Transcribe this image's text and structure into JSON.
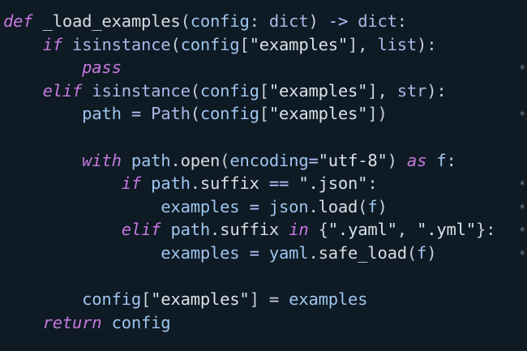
{
  "colors": {
    "background": "#0e1a24",
    "keyword": "#c678dd",
    "function": "#d7dde5",
    "identifier": "#d7dde5",
    "parameter": "#9ec5ee",
    "builtin": "#aab8e8",
    "string": "#d9e2ea",
    "operator": "#b9c2ff",
    "punctuation": "#c8d0d8",
    "marker": "#6b7b88"
  },
  "code": {
    "lines": [
      [
        {
          "t": "def",
          "c": "keyword"
        },
        {
          "t": " _load_examples",
          "c": "function"
        },
        {
          "t": "(",
          "c": "punctuation"
        },
        {
          "t": "config",
          "c": "parameter"
        },
        {
          "t": ": ",
          "c": "punctuation"
        },
        {
          "t": "dict",
          "c": "builtin"
        },
        {
          "t": ") ",
          "c": "punctuation"
        },
        {
          "t": "->",
          "c": "operator"
        },
        {
          "t": " dict",
          "c": "builtin"
        },
        {
          "t": ":",
          "c": "punctuation"
        }
      ],
      [
        {
          "t": "    ",
          "c": "punctuation"
        },
        {
          "t": "if",
          "c": "keyword"
        },
        {
          "t": " isinstance",
          "c": "builtin"
        },
        {
          "t": "(",
          "c": "punctuation"
        },
        {
          "t": "config",
          "c": "parameter"
        },
        {
          "t": "[",
          "c": "punctuation"
        },
        {
          "t": "\"examples\"",
          "c": "string"
        },
        {
          "t": "], ",
          "c": "punctuation"
        },
        {
          "t": "list",
          "c": "builtin"
        },
        {
          "t": "):",
          "c": "punctuation"
        }
      ],
      [
        {
          "t": "        ",
          "c": "punctuation"
        },
        {
          "t": "pass",
          "c": "keyword"
        }
      ],
      [
        {
          "t": "    ",
          "c": "punctuation"
        },
        {
          "t": "elif",
          "c": "keyword"
        },
        {
          "t": " isinstance",
          "c": "builtin"
        },
        {
          "t": "(",
          "c": "punctuation"
        },
        {
          "t": "config",
          "c": "parameter"
        },
        {
          "t": "[",
          "c": "punctuation"
        },
        {
          "t": "\"examples\"",
          "c": "string"
        },
        {
          "t": "], ",
          "c": "punctuation"
        },
        {
          "t": "str",
          "c": "builtin"
        },
        {
          "t": "):",
          "c": "punctuation"
        }
      ],
      [
        {
          "t": "        ",
          "c": "punctuation"
        },
        {
          "t": "path",
          "c": "parameter"
        },
        {
          "t": " = ",
          "c": "operator"
        },
        {
          "t": "Path",
          "c": "builtin"
        },
        {
          "t": "(",
          "c": "punctuation"
        },
        {
          "t": "config",
          "c": "parameter"
        },
        {
          "t": "[",
          "c": "punctuation"
        },
        {
          "t": "\"examples\"",
          "c": "string"
        },
        {
          "t": "])",
          "c": "punctuation"
        }
      ],
      [],
      [
        {
          "t": "        ",
          "c": "punctuation"
        },
        {
          "t": "with",
          "c": "keyword"
        },
        {
          "t": " path",
          "c": "parameter"
        },
        {
          "t": ".",
          "c": "punctuation"
        },
        {
          "t": "open",
          "c": "identifier"
        },
        {
          "t": "(",
          "c": "punctuation"
        },
        {
          "t": "encoding",
          "c": "parameter"
        },
        {
          "t": "=",
          "c": "operator"
        },
        {
          "t": "\"utf-8\"",
          "c": "string"
        },
        {
          "t": ") ",
          "c": "punctuation"
        },
        {
          "t": "as",
          "c": "keyword"
        },
        {
          "t": " f",
          "c": "parameter"
        },
        {
          "t": ":",
          "c": "punctuation"
        }
      ],
      [
        {
          "t": "            ",
          "c": "punctuation"
        },
        {
          "t": "if",
          "c": "keyword"
        },
        {
          "t": " path",
          "c": "parameter"
        },
        {
          "t": ".",
          "c": "punctuation"
        },
        {
          "t": "suffix",
          "c": "identifier"
        },
        {
          "t": " == ",
          "c": "operator"
        },
        {
          "t": "\".json\"",
          "c": "string"
        },
        {
          "t": ":",
          "c": "punctuation"
        }
      ],
      [
        {
          "t": "                ",
          "c": "punctuation"
        },
        {
          "t": "examples",
          "c": "parameter"
        },
        {
          "t": " = ",
          "c": "operator"
        },
        {
          "t": "json",
          "c": "parameter"
        },
        {
          "t": ".",
          "c": "punctuation"
        },
        {
          "t": "load",
          "c": "identifier"
        },
        {
          "t": "(",
          "c": "punctuation"
        },
        {
          "t": "f",
          "c": "parameter"
        },
        {
          "t": ")",
          "c": "punctuation"
        }
      ],
      [
        {
          "t": "            ",
          "c": "punctuation"
        },
        {
          "t": "elif",
          "c": "keyword"
        },
        {
          "t": " path",
          "c": "parameter"
        },
        {
          "t": ".",
          "c": "punctuation"
        },
        {
          "t": "suffix",
          "c": "identifier"
        },
        {
          "t": " ",
          "c": "punctuation"
        },
        {
          "t": "in",
          "c": "keyword"
        },
        {
          "t": " {",
          "c": "punctuation"
        },
        {
          "t": "\".yaml\"",
          "c": "string"
        },
        {
          "t": ", ",
          "c": "punctuation"
        },
        {
          "t": "\".yml\"",
          "c": "string"
        },
        {
          "t": "}:",
          "c": "punctuation"
        }
      ],
      [
        {
          "t": "                ",
          "c": "punctuation"
        },
        {
          "t": "examples",
          "c": "parameter"
        },
        {
          "t": " = ",
          "c": "operator"
        },
        {
          "t": "yaml",
          "c": "parameter"
        },
        {
          "t": ".",
          "c": "punctuation"
        },
        {
          "t": "safe_load",
          "c": "identifier"
        },
        {
          "t": "(",
          "c": "punctuation"
        },
        {
          "t": "f",
          "c": "parameter"
        },
        {
          "t": ")",
          "c": "punctuation"
        }
      ],
      [],
      [
        {
          "t": "        ",
          "c": "punctuation"
        },
        {
          "t": "config",
          "c": "parameter"
        },
        {
          "t": "[",
          "c": "punctuation"
        },
        {
          "t": "\"examples\"",
          "c": "string"
        },
        {
          "t": "] = ",
          "c": "punctuation"
        },
        {
          "t": "examples",
          "c": "parameter"
        }
      ],
      [
        {
          "t": "    ",
          "c": "punctuation"
        },
        {
          "t": "return",
          "c": "keyword"
        },
        {
          "t": " config",
          "c": "parameter"
        }
      ]
    ],
    "gutter_markers": [
      "",
      "",
      "*",
      "",
      "*",
      "",
      "",
      "*",
      "*",
      "*",
      "*",
      "",
      "",
      ""
    ],
    "marker_icon": "asterisk-icon"
  }
}
